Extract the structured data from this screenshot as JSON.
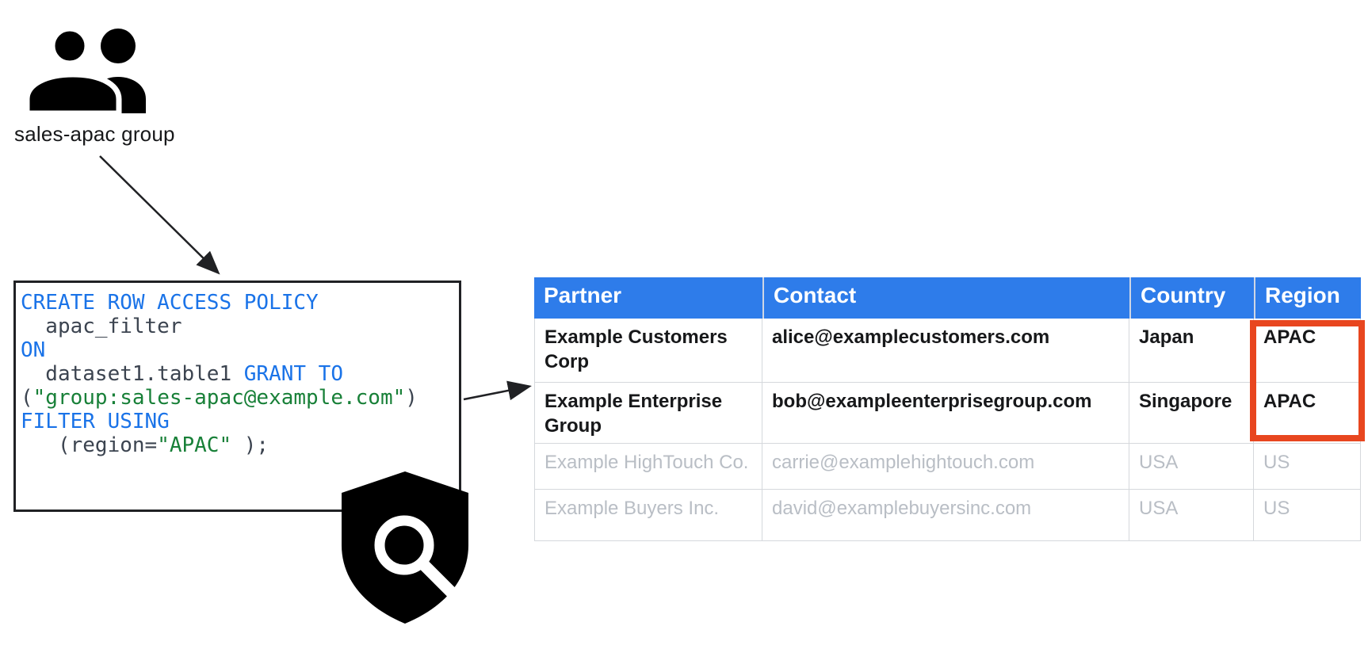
{
  "group": {
    "label": "sales-apac group"
  },
  "code_box": {
    "line1_kw": "CREATE ROW ACCESS POLICY",
    "line2_id": "  apac_filter",
    "line3_kw": "ON",
    "line4_id": "  dataset1.table1 ",
    "line4_kw": "GRANT TO",
    "line5_p1": "(",
    "line5_str": "\"group:sales-apac@example.com\"",
    "line5_p2": ")",
    "line6_kw": "FILTER USING",
    "line7_p1": "   (region=",
    "line7_str": "\"APAC\"",
    "line7_p2": " );"
  },
  "table": {
    "columns": [
      "Partner",
      "Contact",
      "Country",
      "Region"
    ],
    "rows": [
      {
        "partner": "Example Customers Corp",
        "contact": "alice@examplecustomers.com",
        "country": "Japan",
        "region": "APAC",
        "granted": true
      },
      {
        "partner": "Example Enterprise Group",
        "contact": "bob@exampleenterprisegroup.com",
        "country": "Singapore",
        "region": "APAC",
        "granted": true
      },
      {
        "partner": "Example HighTouch Co.",
        "contact": "carrie@examplehightouch.com",
        "country": "USA",
        "region": "US",
        "granted": false
      },
      {
        "partner": "Example Buyers Inc.",
        "contact": "david@examplebuyersinc.com",
        "country": "USA",
        "region": "US",
        "granted": false
      }
    ]
  },
  "icons": {
    "group_icon": "people-icon",
    "policy_icon": "shield-search-icon"
  },
  "colors": {
    "header_blue": "#2e7cea",
    "keyword_blue": "#1a73e8",
    "string_green": "#188038",
    "identifier_gray": "#3c4450",
    "muted_text": "#b9bec5",
    "highlight_red": "#e8461f",
    "box_border_black": "#202124",
    "table_border_gray": "#d5d8dc"
  }
}
